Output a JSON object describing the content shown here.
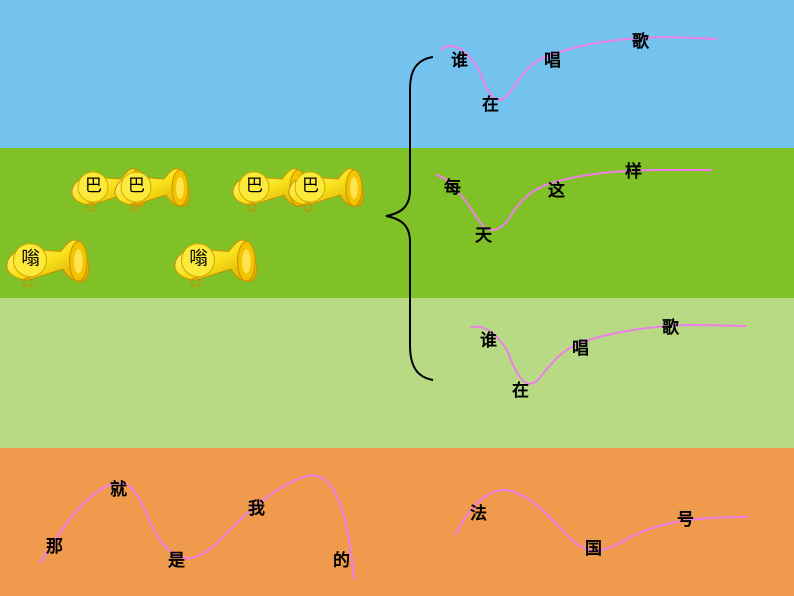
{
  "colors": {
    "sky": "#73c3ee",
    "green": "#80c127",
    "light_green": "#b8da85",
    "orange": "#ef9a4c",
    "melody_line": "#ee7fe8",
    "horn": "#f8e21a"
  },
  "horns": {
    "row1": [
      "巴",
      "巴",
      "巴",
      "巴"
    ],
    "row2": [
      "嗡",
      "嗡"
    ]
  },
  "phrases": {
    "p1": [
      "谁",
      "在",
      "唱",
      "歌"
    ],
    "p2": [
      "每",
      "天",
      "这",
      "样"
    ],
    "p3": [
      "谁",
      "在",
      "唱",
      "歌"
    ],
    "p4": [
      "那",
      "就",
      "是",
      "我",
      "的"
    ],
    "p5": [
      "法",
      "国",
      "号"
    ]
  }
}
